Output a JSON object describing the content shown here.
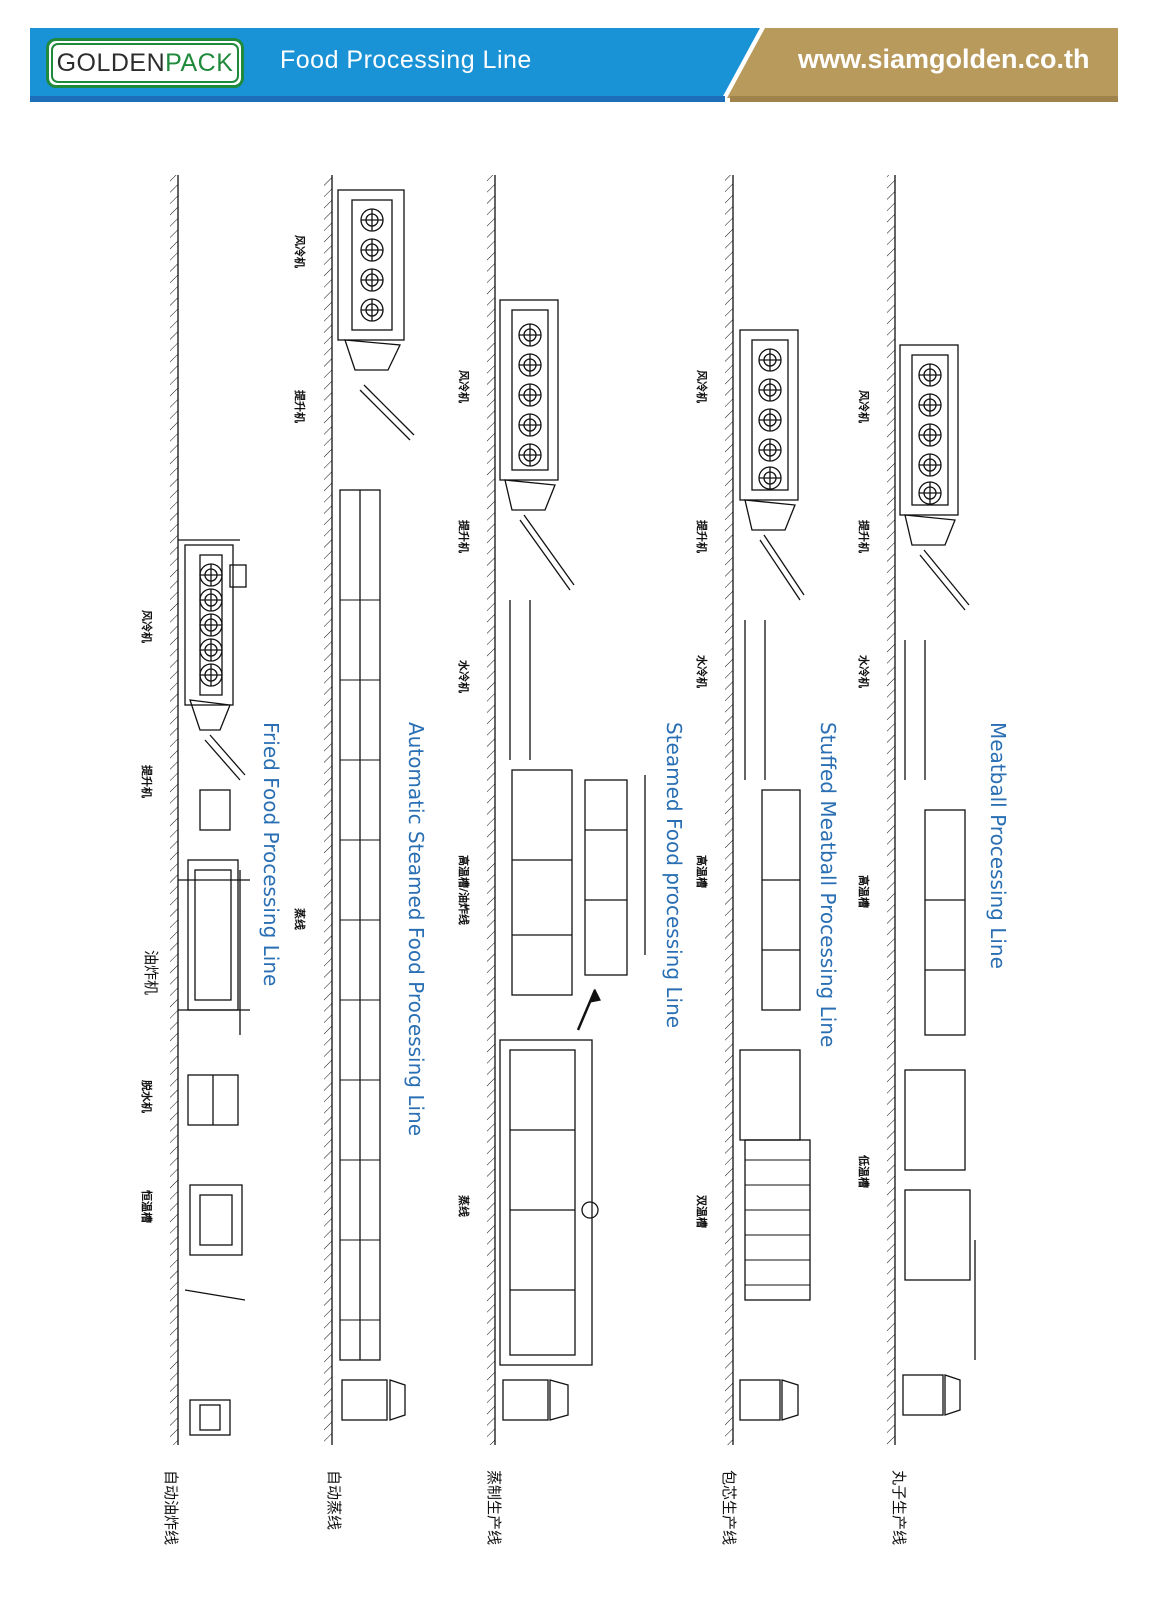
{
  "header": {
    "logo_part1": "GOLDEN",
    "logo_part2": "PACK",
    "title": "Food Processing Line",
    "url": "www.siamgolden.co.th",
    "colors": {
      "blue": "#1a92d6",
      "blue_dark": "#1c6fb8",
      "gold": "#b89a5c",
      "green": "#1f8a3c"
    }
  },
  "lines": [
    {
      "name": "Fried Food Processing Line",
      "cn_name": "自动油炸线",
      "machines": [
        "风冷机",
        "提升机",
        "油炸机",
        "脱水机",
        "恒温槽"
      ]
    },
    {
      "name": "Automatic Steamed Food Processing Line",
      "cn_name": "自动蒸线",
      "machines": [
        "风冷机",
        "提升机",
        "蒸线"
      ]
    },
    {
      "name": "Steamed Food processing Line",
      "cn_name": "蒸制生产线",
      "machines": [
        "风冷机",
        "提升机",
        "水冷机",
        "高温槽/油炸线",
        "蒸线"
      ]
    },
    {
      "name": "Stuffed Meatball Processing Line",
      "cn_name": "包芯生产线",
      "machines": [
        "风冷机",
        "提升机",
        "水冷机",
        "高温槽",
        "双温槽"
      ]
    },
    {
      "name": "Meatball Processing Line",
      "cn_name": "丸子生产线",
      "machines": [
        "风冷机",
        "提升机",
        "水冷机",
        "高温槽",
        "低温槽"
      ]
    }
  ]
}
